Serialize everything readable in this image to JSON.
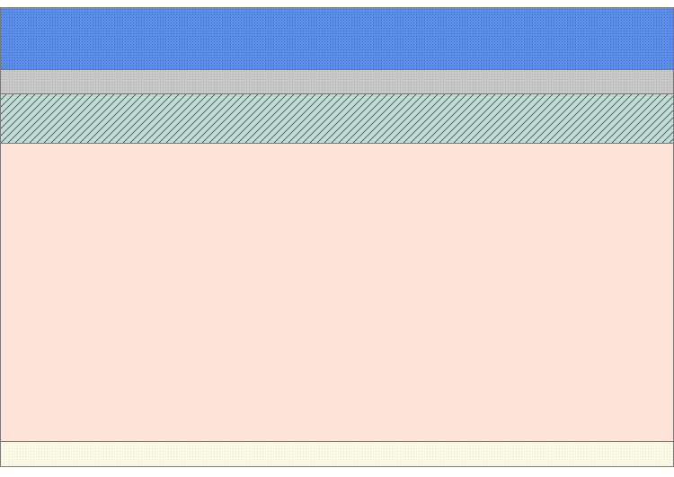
{
  "diagram": {
    "layers": [
      {
        "id": "layer-1",
        "fill": "#5b8ee6",
        "pattern": "dots",
        "pattern_color": "#3f6fc9"
      },
      {
        "id": "layer-2",
        "fill": "#c8c8c8",
        "pattern": "dots",
        "pattern_color": "#b0b0b0"
      },
      {
        "id": "layer-3",
        "fill": "#c2dcd8",
        "pattern": "diagonal-hatch",
        "pattern_color": "#4a5a58"
      },
      {
        "id": "layer-4",
        "fill": "#fde3d8",
        "pattern": "none",
        "pattern_color": ""
      },
      {
        "id": "layer-5",
        "fill": "#fafae6",
        "pattern": "dots",
        "pattern_color": "#e8e8d0"
      }
    ],
    "outline_color": "#7a7a7a"
  }
}
